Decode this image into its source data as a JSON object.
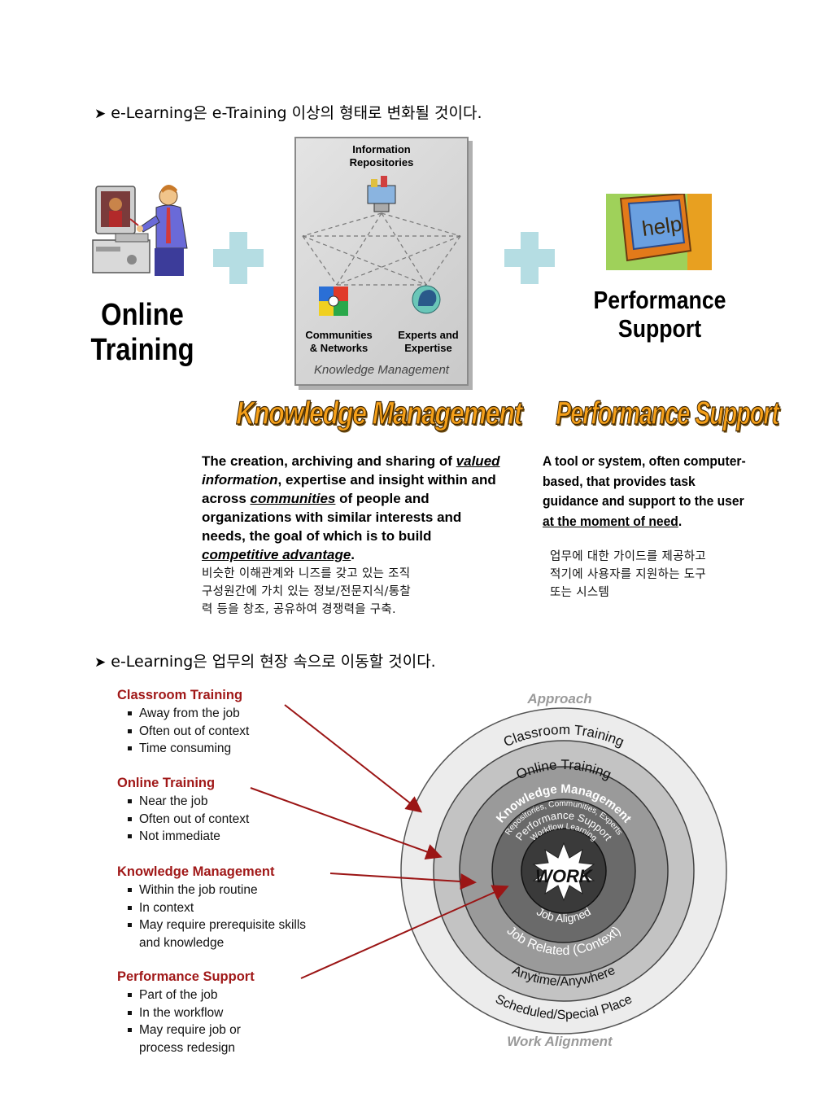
{
  "section1": {
    "heading": "e-Learning은 e-Training 이상의 형태로 변화될 것이다.",
    "online_training_label": [
      "Online",
      "Training"
    ],
    "km_box": {
      "repositories_label": [
        "Information",
        "Repositories"
      ],
      "communities_label": [
        "Communities",
        "& Networks"
      ],
      "experts_label": [
        "Experts and",
        "Expertise"
      ],
      "caption": "Knowledge Management"
    },
    "help_key_text": "help",
    "performance_support_label": [
      "Performance",
      "Support"
    ],
    "km_title": "Knowledge Management",
    "ps_title": "Performance Support",
    "km_definition": {
      "t1": "The creation, archiving and sharing of ",
      "t2": "valued",
      "t3": "information",
      "t4": ", expertise and insight within and across ",
      "t5": "communities",
      "t6": " of people and organizations with similar interests and needs, the goal of which is to build ",
      "t7": "competitive advantage",
      "t8": "."
    },
    "km_korean": [
      "비슷한 이해관계와 니즈를 갖고 있는 조직",
      "구성원간에 가치 있는 정보/전문지식/통찰",
      "력 등을 창조, 공유하여 경쟁력을 구축."
    ],
    "ps_definition": {
      "t1": "A tool or system, often computer-based, that provides task guidance and support to the user ",
      "t2": "at the moment of need",
      "t3": "."
    },
    "ps_korean": [
      "업무에 대한 가이드를 제공하고",
      "적기에 사용자를 지원하는 도구",
      "또는 시스템"
    ]
  },
  "section2": {
    "heading": "e-Learning은 업무의 현장 속으로 이동할 것이다.",
    "categories": [
      {
        "title": "Classroom Training",
        "bullets": [
          "Away from the job",
          "Often out of context",
          "Time consuming"
        ]
      },
      {
        "title": "Online Training",
        "bullets": [
          "Near the job",
          "Often out of context",
          "Not immediate"
        ]
      },
      {
        "title": "Knowledge Management",
        "bullets": [
          "Within the job routine",
          "In context",
          "May require prerequisite skills and knowledge"
        ]
      },
      {
        "title": "Performance Support",
        "bullets": [
          "Part of the job",
          "In the workflow",
          "May require job or process redesign"
        ]
      }
    ],
    "diagram": {
      "approach_label": "Approach",
      "work_alignment_label": "Work Alignment",
      "rings_top": [
        "Classroom Training",
        "Online Training",
        "Knowledge Management",
        "Repositories, Communities, Experts",
        "Performance Support",
        "Workflow Learning"
      ],
      "center": "WORK",
      "rings_bottom": [
        "Job Aligned",
        "Job Related (Context)",
        "Anytime/Anywhere",
        "Scheduled/Special Place"
      ]
    }
  },
  "colors": {
    "plus": "#b5dde3",
    "accent_red": "#a01818",
    "orange_title": "#f5a019"
  }
}
